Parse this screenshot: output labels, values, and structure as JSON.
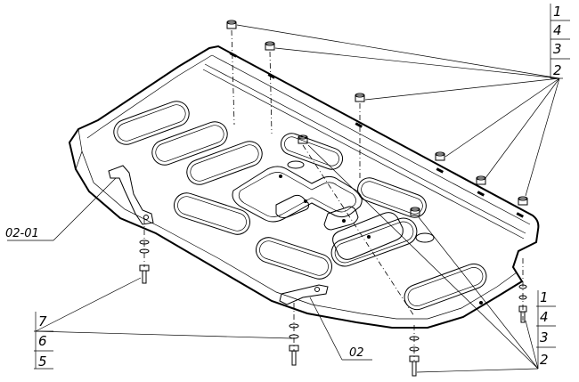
{
  "labels": {
    "top_stack": [
      "1",
      "4",
      "3",
      "2"
    ],
    "bottom_stack": [
      "1",
      "4",
      "3",
      "2"
    ],
    "left_stack": [
      "7",
      "6",
      "5"
    ],
    "part_left": "02-01",
    "part_bottom": "02"
  }
}
